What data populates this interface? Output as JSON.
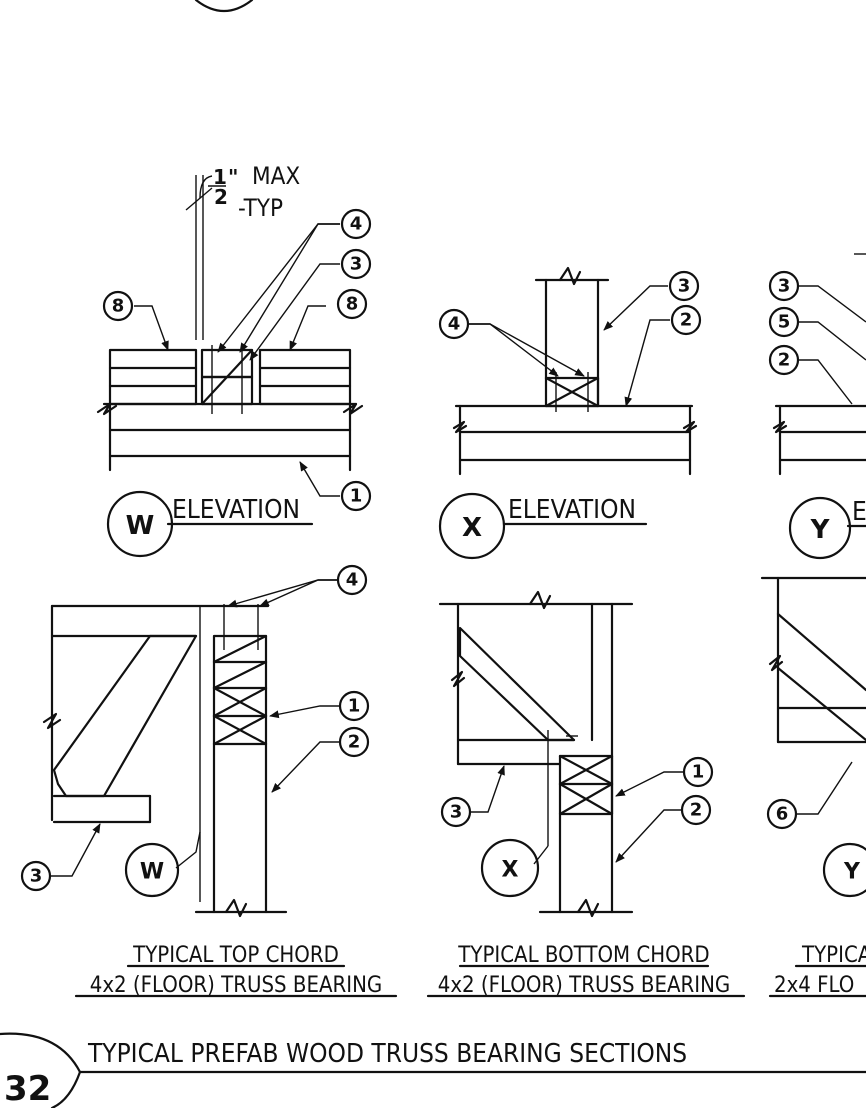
{
  "sheet": {
    "detail_number": "32",
    "detail_title": "TYPICAL PREFAB WOOD TRUSS BEARING SECTIONS"
  },
  "callouts": {
    "c1": "1",
    "c2": "2",
    "c3": "3",
    "c4": "4",
    "c5": "5",
    "c6": "6",
    "c8": "8"
  },
  "dimension": {
    "frac_num": "1",
    "frac_den": "2",
    "unit": "\"",
    "max": "MAX",
    "typ": "-TYP"
  },
  "markers": {
    "w": "W",
    "x": "X",
    "y": "Y"
  },
  "elevations": {
    "w_label": "ELEVATION",
    "x_label": "ELEVATION",
    "y_label_partial": "E"
  },
  "captions": {
    "top_chord_line1": "TYPICAL TOP CHORD",
    "top_chord_line2": "4x2 (FLOOR) TRUSS BEARING",
    "bottom_chord_line1": "TYPICAL BOTTOM CHORD",
    "bottom_chord_line2": "4x2 (FLOOR) TRUSS BEARING",
    "third_line1_partial": "TYPICA",
    "third_line2_partial": "2x4 FLO"
  }
}
